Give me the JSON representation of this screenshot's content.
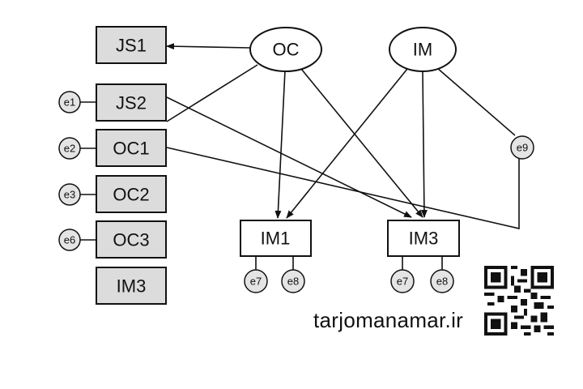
{
  "nodes": {
    "js1": "JS1",
    "js2": "JS2",
    "oc1": "OC1",
    "oc2": "OC2",
    "oc3": "OC3",
    "im3_left": "IM3",
    "oc": "OC",
    "im": "IM",
    "im1": "IM1",
    "im3": "IM3"
  },
  "errors": {
    "e1": "e1",
    "e2": "e2",
    "e3": "e3",
    "e6": "e6",
    "e9": "e9",
    "e7a": "e7",
    "e8a": "e8",
    "e7b": "e7",
    "e8b": "e8"
  },
  "watermark": {
    "text": "tarjomanamar.ir"
  }
}
